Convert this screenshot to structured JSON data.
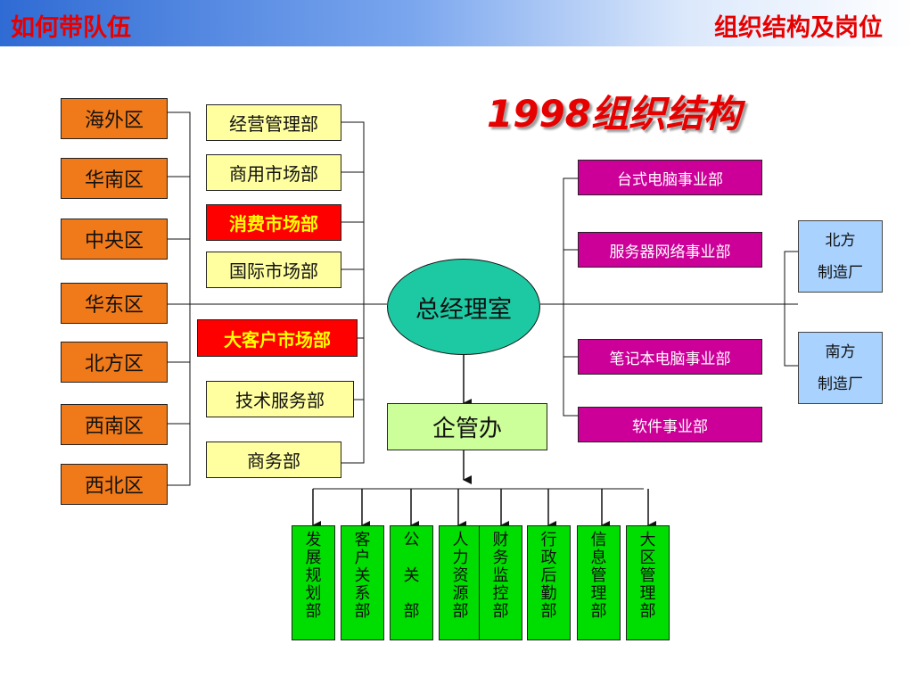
{
  "header": {
    "left_title": "如何带队伍",
    "right_title": "组织结构及岗位"
  },
  "diagram_title": "1998组织结构",
  "regions": [
    "海外区",
    "华南区",
    "中央区",
    "华东区",
    "北方区",
    "西南区",
    "西北区"
  ],
  "departments": [
    "经营管理部",
    "商用市场部",
    "消费市场部",
    "国际市场部",
    "大客户市场部",
    "技术服务部",
    "商务部"
  ],
  "center": "总经理室",
  "office": "企管办",
  "business_units": [
    "台式电脑事业部",
    "服务器网络事业部",
    "笔记本电脑事业部",
    "软件事业部"
  ],
  "factories": [
    {
      "line1": "北方",
      "line2": "制造厂"
    },
    {
      "line1": "南方",
      "line2": "制造厂"
    }
  ],
  "sub_departments": [
    [
      "发",
      "展",
      "规",
      "划",
      "部"
    ],
    [
      "客",
      "户",
      "关",
      "系",
      "部"
    ],
    [
      "公",
      "",
      "关",
      "",
      "部"
    ],
    [
      "人",
      "力",
      "资",
      "源",
      "部"
    ],
    [
      "财",
      "务",
      "监",
      "控",
      "部"
    ],
    [
      "行",
      "政",
      "后",
      "勤",
      "部"
    ],
    [
      "信",
      "息",
      "管",
      "理",
      "部"
    ],
    [
      "大",
      "区",
      "管",
      "理",
      "部"
    ]
  ]
}
